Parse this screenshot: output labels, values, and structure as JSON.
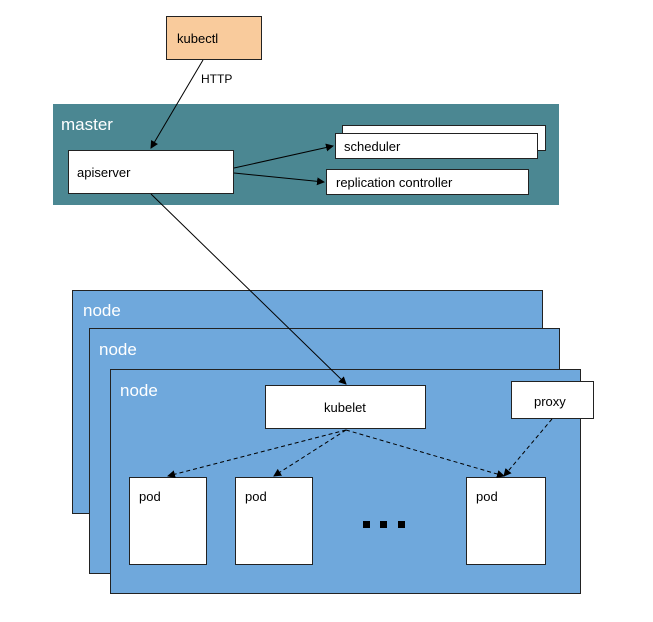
{
  "colors": {
    "kubectl_fill": "#f9cb9c",
    "master_fill": "#4b8792",
    "node_fill": "#6fa8dc",
    "border": "#222222",
    "white": "#ffffff"
  },
  "kubectl": {
    "label": "kubectl"
  },
  "http_label": "HTTP",
  "master": {
    "label": "master",
    "apiserver": "apiserver",
    "scheduler": "scheduler",
    "replication_controller": "replication controller"
  },
  "nodes": [
    {
      "label": "node"
    },
    {
      "label": "node"
    },
    {
      "label": "node"
    }
  ],
  "front_node": {
    "kubelet": "kubelet",
    "proxy": "proxy",
    "pods": [
      "pod",
      "pod",
      "pod"
    ]
  }
}
